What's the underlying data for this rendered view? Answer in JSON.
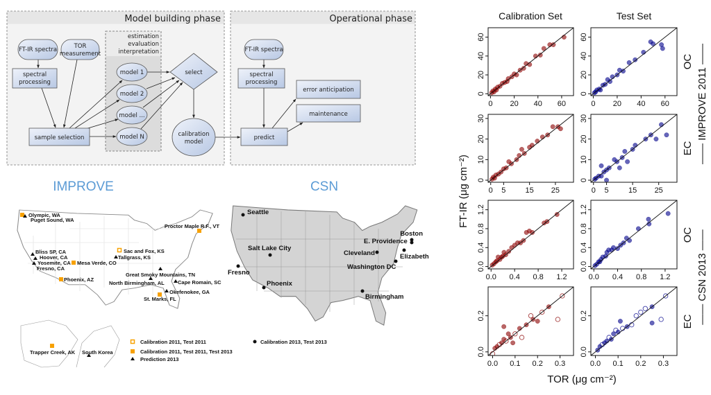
{
  "flowchart": {
    "model_phase_title": "Model building phase",
    "operational_phase_title": "Operational phase",
    "ftir_spectra": "FT-IR spectra",
    "tor_line1": "TOR",
    "tor_line2": "measurement",
    "spectral_line1": "spectral",
    "spectral_line2": "processing",
    "sample_selection": "sample selection",
    "estimation": "estimation",
    "evaluation": "evaluation",
    "interpretation": "interpretation",
    "models": [
      "model 1",
      "model 2",
      "model ...",
      "model N"
    ],
    "select": "select",
    "calibration_line1": "calibration",
    "calibration_line2": "model",
    "op_ftir_spectra": "FT-IR spectra",
    "op_spectral_line1": "spectral",
    "op_spectral_line2": "processing",
    "predict": "predict",
    "error_anticipation": "error anticipation",
    "maintenance": "maintenance"
  },
  "improve_map": {
    "title": "IMPROVE",
    "colors": {
      "marker": "#f7a100",
      "triangle": "#111111"
    },
    "sites": [
      "Olympic, WA",
      "Puget Sound, WA",
      "Proctor Maple R.F., VT",
      "Bliss SP, CA",
      "Hoover, CA",
      "Yosemite, CA",
      "Fresno, CA",
      "Mesa Verde, CO",
      "Sac and Fox, KS",
      "Tallgrass, KS",
      "Great Smoky Mountains, TN",
      "North Birmingham, AL",
      "Cape Romain, SC",
      "Okefenokee, GA",
      "St. Marks, FL",
      "Phoenix, AZ",
      "Trapper Creek, AK",
      "South Korea"
    ],
    "legend": [
      "Calibration 2011, Test 2011",
      "Calibration 2011, Test 2011, Test 2013",
      "Prediction 2013"
    ]
  },
  "csn_map": {
    "title": "CSN",
    "sites": [
      "Seattle",
      "Salt Lake City",
      "Fresno",
      "Phoenix",
      "Cleveland",
      "E. Providence",
      "Boston",
      "Elizabeth",
      "Washington DC",
      "Birmingham"
    ],
    "legend": [
      "Calibration 2013, Test 2013"
    ]
  },
  "chart_data": {
    "type": "scatter",
    "column_titles": [
      "Calibration Set",
      "Test Set"
    ],
    "row_labels": [
      "OC",
      "EC",
      "OC",
      "EC"
    ],
    "group_labels": [
      "—— IMPROVE 2011 ——",
      "—— CSN 2013 ——"
    ],
    "ylabel": "FT-IR (μg cm⁻²)",
    "xlabel": "TOR (μg cm⁻²)",
    "colors": {
      "calibration": "#8b0000",
      "test": "#00008b"
    },
    "reference_line": "1:1",
    "panels": [
      {
        "name": "improve-oc-calibration",
        "set": "calibration",
        "xlim": [
          -2,
          70
        ],
        "ylim": [
          -2,
          70
        ],
        "xticks": [
          0,
          20,
          40,
          60
        ],
        "xticklabels": [
          "0",
          "20",
          "40",
          "60"
        ],
        "yticks": [
          0,
          20,
          40,
          60
        ],
        "yticklabels": [
          "0",
          "20",
          "40",
          "60"
        ],
        "points": [
          [
            1,
            1
          ],
          [
            2,
            3
          ],
          [
            3,
            2
          ],
          [
            4,
            5
          ],
          [
            5,
            4
          ],
          [
            6,
            7
          ],
          [
            8,
            8
          ],
          [
            10,
            11
          ],
          [
            12,
            12
          ],
          [
            14,
            13
          ],
          [
            15,
            16
          ],
          [
            18,
            18
          ],
          [
            20,
            21
          ],
          [
            22,
            20
          ],
          [
            25,
            25
          ],
          [
            28,
            27
          ],
          [
            30,
            32
          ],
          [
            33,
            31
          ],
          [
            38,
            40
          ],
          [
            42,
            41
          ],
          [
            45,
            48
          ],
          [
            50,
            52
          ],
          [
            53,
            52
          ],
          [
            62,
            60
          ]
        ]
      },
      {
        "name": "improve-oc-test",
        "set": "test",
        "xlim": [
          -2,
          70
        ],
        "ylim": [
          -2,
          70
        ],
        "xticks": [
          0,
          20,
          40,
          60
        ],
        "xticklabels": [
          "0",
          "20",
          "40",
          "60"
        ],
        "yticks": [
          0,
          20,
          40,
          60
        ],
        "yticklabels": [
          "0",
          "20",
          "40",
          "60"
        ],
        "points": [
          [
            1,
            1
          ],
          [
            2,
            2
          ],
          [
            3,
            4
          ],
          [
            5,
            5
          ],
          [
            6,
            4
          ],
          [
            8,
            9
          ],
          [
            10,
            10
          ],
          [
            12,
            15
          ],
          [
            14,
            13
          ],
          [
            16,
            18
          ],
          [
            20,
            20
          ],
          [
            22,
            25
          ],
          [
            25,
            24
          ],
          [
            30,
            33
          ],
          [
            35,
            36
          ],
          [
            42,
            44
          ],
          [
            48,
            55
          ],
          [
            50,
            53
          ],
          [
            57,
            52
          ],
          [
            58,
            48
          ]
        ]
      },
      {
        "name": "improve-ec-calibration",
        "set": "calibration",
        "xlim": [
          -1,
          32
        ],
        "ylim": [
          -1,
          32
        ],
        "xticks": [
          0,
          5,
          15,
          25
        ],
        "xticklabels": [
          "0",
          "5",
          "15",
          "25"
        ],
        "yticks": [
          0,
          10,
          20,
          30
        ],
        "yticklabels": [
          "0",
          "10",
          "20",
          "30"
        ],
        "points": [
          [
            0.5,
            0.5
          ],
          [
            1,
            1.5
          ],
          [
            1.5,
            1
          ],
          [
            2,
            2.5
          ],
          [
            3,
            3
          ],
          [
            4,
            4
          ],
          [
            5,
            5.5
          ],
          [
            6,
            6
          ],
          [
            7,
            9
          ],
          [
            8,
            8
          ],
          [
            10,
            10
          ],
          [
            11,
            12
          ],
          [
            12,
            15
          ],
          [
            13,
            13
          ],
          [
            15,
            16
          ],
          [
            16,
            17
          ],
          [
            18,
            19
          ],
          [
            20,
            21
          ],
          [
            22,
            22
          ],
          [
            24,
            26
          ],
          [
            26,
            26
          ],
          [
            27,
            25
          ]
        ]
      },
      {
        "name": "improve-ec-test",
        "set": "test",
        "xlim": [
          -1,
          32
        ],
        "ylim": [
          -1,
          32
        ],
        "xticks": [
          0,
          5,
          15,
          25
        ],
        "xticklabels": [
          "0",
          "5",
          "15",
          "25"
        ],
        "yticks": [
          0,
          10,
          20,
          30
        ],
        "yticklabels": [
          "0",
          "10",
          "20",
          "30"
        ],
        "points": [
          [
            0.5,
            0.5
          ],
          [
            1,
            1
          ],
          [
            2,
            2
          ],
          [
            3,
            7
          ],
          [
            3,
            2
          ],
          [
            4,
            4
          ],
          [
            5,
            0
          ],
          [
            5,
            5
          ],
          [
            6,
            6
          ],
          [
            8,
            10
          ],
          [
            9,
            9
          ],
          [
            10,
            6
          ],
          [
            11,
            11
          ],
          [
            12,
            14
          ],
          [
            13,
            9
          ],
          [
            15,
            15
          ],
          [
            16,
            17
          ],
          [
            20,
            20
          ],
          [
            22,
            22
          ],
          [
            24,
            20
          ],
          [
            26,
            27
          ],
          [
            28,
            22
          ]
        ]
      },
      {
        "name": "csn-oc-calibration",
        "set": "calibration",
        "xlim": [
          -0.05,
          1.4
        ],
        "ylim": [
          -0.05,
          1.4
        ],
        "xticks": [
          0,
          0.4,
          0.8,
          1.2
        ],
        "xticklabels": [
          "0.0",
          "0.4",
          "0.8",
          "1.2"
        ],
        "yticks": [
          0,
          0.4,
          0.8,
          1.2
        ],
        "yticklabels": [
          "0.0",
          "0.4",
          "0.8",
          "1.2"
        ],
        "points": [
          [
            0.02,
            0.03
          ],
          [
            0.05,
            0.06
          ],
          [
            0.08,
            0.1
          ],
          [
            0.1,
            0.12
          ],
          [
            0.12,
            0.2
          ],
          [
            0.15,
            0.15
          ],
          [
            0.18,
            0.2
          ],
          [
            0.2,
            0.22
          ],
          [
            0.22,
            0.3
          ],
          [
            0.25,
            0.25
          ],
          [
            0.3,
            0.32
          ],
          [
            0.35,
            0.4
          ],
          [
            0.4,
            0.45
          ],
          [
            0.45,
            0.5
          ],
          [
            0.5,
            0.5
          ],
          [
            0.55,
            0.55
          ],
          [
            0.6,
            0.72
          ],
          [
            0.65,
            0.75
          ],
          [
            0.7,
            0.72
          ],
          [
            0.9,
            0.92
          ],
          [
            0.95,
            0.95
          ],
          [
            1.12,
            1.1
          ]
        ]
      },
      {
        "name": "csn-oc-test",
        "set": "test",
        "xlim": [
          -0.05,
          1.4
        ],
        "ylim": [
          -0.05,
          1.4
        ],
        "xticks": [
          0,
          0.4,
          0.8,
          1.2
        ],
        "xticklabels": [
          "0.0",
          "0.4",
          "0.8",
          "1.2"
        ],
        "yticks": [
          0,
          0.4,
          0.8,
          1.2
        ],
        "yticklabels": [
          "0.0",
          "0.4",
          "0.8",
          "1.2"
        ],
        "points": [
          [
            0.02,
            0.02
          ],
          [
            0.05,
            0.05
          ],
          [
            0.08,
            0.1
          ],
          [
            0.1,
            0.1
          ],
          [
            0.12,
            0.15
          ],
          [
            0.15,
            0.2
          ],
          [
            0.2,
            0.22
          ],
          [
            0.22,
            0.3
          ],
          [
            0.25,
            0.35
          ],
          [
            0.3,
            0.35
          ],
          [
            0.33,
            0.4
          ],
          [
            0.4,
            0.38
          ],
          [
            0.45,
            0.45
          ],
          [
            0.5,
            0.5
          ],
          [
            0.55,
            0.6
          ],
          [
            0.6,
            0.55
          ],
          [
            0.75,
            0.8
          ],
          [
            0.92,
            1.0
          ],
          [
            0.93,
            0.9
          ],
          [
            1.25,
            1.12
          ]
        ]
      },
      {
        "name": "csn-ec-calibration",
        "set": "calibration",
        "xlim": [
          -0.02,
          0.36
        ],
        "ylim": [
          -0.02,
          0.36
        ],
        "xticks": [
          0,
          0.1,
          0.2,
          0.3
        ],
        "xticklabels": [
          "0.0",
          "0.1",
          "0.2",
          "0.3"
        ],
        "yticks": [
          0,
          0.2
        ],
        "yticklabels": [
          "0.0",
          "0.2"
        ],
        "points": [
          [
            0.01,
            0.02,
            0
          ],
          [
            0.02,
            0.03,
            0
          ],
          [
            0.03,
            0.04,
            1
          ],
          [
            0.04,
            0.05,
            0
          ],
          [
            0.05,
            0.07,
            0
          ],
          [
            0.05,
            0.14,
            0
          ],
          [
            0.06,
            0.06,
            1
          ],
          [
            0.07,
            0.1,
            0
          ],
          [
            0.08,
            0.08,
            0
          ],
          [
            0.09,
            0.05,
            0
          ],
          [
            0.1,
            0.1,
            1
          ],
          [
            0.12,
            0.13,
            0
          ],
          [
            0.13,
            0.08,
            1
          ],
          [
            0.15,
            0.15,
            0
          ],
          [
            0.17,
            0.2,
            1
          ],
          [
            0.18,
            0.18,
            0
          ],
          [
            0.2,
            0.17,
            0
          ],
          [
            0.22,
            0.22,
            1
          ],
          [
            0.25,
            0.25,
            0
          ],
          [
            0.29,
            0.18,
            1
          ],
          [
            0.31,
            0.31,
            1
          ],
          [
            0.0,
            -0.01,
            1
          ]
        ]
      },
      {
        "name": "csn-ec-test",
        "set": "test",
        "xlim": [
          -0.02,
          0.36
        ],
        "ylim": [
          -0.02,
          0.36
        ],
        "xticks": [
          0,
          0.1,
          0.2,
          0.3
        ],
        "xticklabels": [
          "0.0",
          "0.1",
          "0.2",
          "0.3"
        ],
        "yticks": [
          0,
          0.2
        ],
        "yticklabels": [
          "0.0",
          "0.2"
        ],
        "points": [
          [
            0.01,
            0.01,
            0
          ],
          [
            0.02,
            0.03,
            0
          ],
          [
            0.03,
            0.04,
            1
          ],
          [
            0.04,
            0.05,
            0
          ],
          [
            0.05,
            0.06,
            0
          ],
          [
            0.06,
            0.08,
            1
          ],
          [
            0.07,
            0.07,
            0
          ],
          [
            0.08,
            0.1,
            0
          ],
          [
            0.09,
            0.12,
            1
          ],
          [
            0.1,
            0.11,
            0
          ],
          [
            0.11,
            0.17,
            0
          ],
          [
            0.12,
            0.13,
            1
          ],
          [
            0.14,
            0.14,
            0
          ],
          [
            0.16,
            0.15,
            1
          ],
          [
            0.18,
            0.2,
            1
          ],
          [
            0.2,
            0.22,
            1
          ],
          [
            0.22,
            0.24,
            1
          ],
          [
            0.25,
            0.16,
            0
          ],
          [
            0.25,
            0.25,
            0
          ],
          [
            0.29,
            0.18,
            1
          ],
          [
            0.31,
            0.31,
            1
          ]
        ]
      }
    ]
  }
}
